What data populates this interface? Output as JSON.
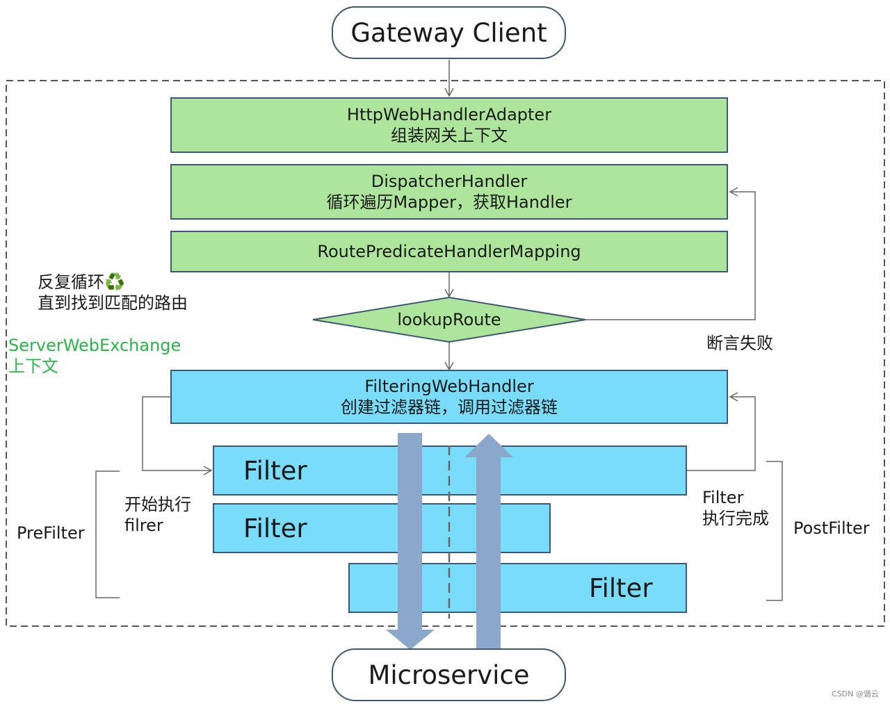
{
  "nodes": {
    "client": "Gateway Client",
    "adapter": {
      "title": "HttpWebHandlerAdapter",
      "subtitle": "组装网关上下文"
    },
    "dispatcher": {
      "title": "DispatcherHandler",
      "subtitle": "循环遍历Mapper，获取Handler"
    },
    "mapping": "RoutePredicateHandlerMapping",
    "lookup": "lookupRoute",
    "filtering": {
      "title": "FilteringWebHandler",
      "subtitle": "创建过滤器链，调用过滤器链"
    },
    "filters": [
      "Filter",
      "Filter",
      "Filter"
    ],
    "microservice": "Microservice"
  },
  "labels": {
    "loop": {
      "line1": "反复循环♻️",
      "line2": "直到找到匹配的路由"
    },
    "exchange": {
      "line1": "ServerWebExchange",
      "line2": "上下文"
    },
    "predicate_fail": "断言失败",
    "start_exec": {
      "line1": "开始执行",
      "line2": "filrer"
    },
    "exec_done": {
      "line1": "Filter",
      "line2": "执行完成"
    },
    "prefilter": "PreFilter",
    "postfilter": "PostFilter"
  },
  "watermark": "CSDN @谐云",
  "colors": {
    "green": "#aee59c",
    "blue": "#78dcfa",
    "border": "#3d5777",
    "flow_arrow": "#8ba7c9",
    "exchange_text": "#2cb34a"
  }
}
